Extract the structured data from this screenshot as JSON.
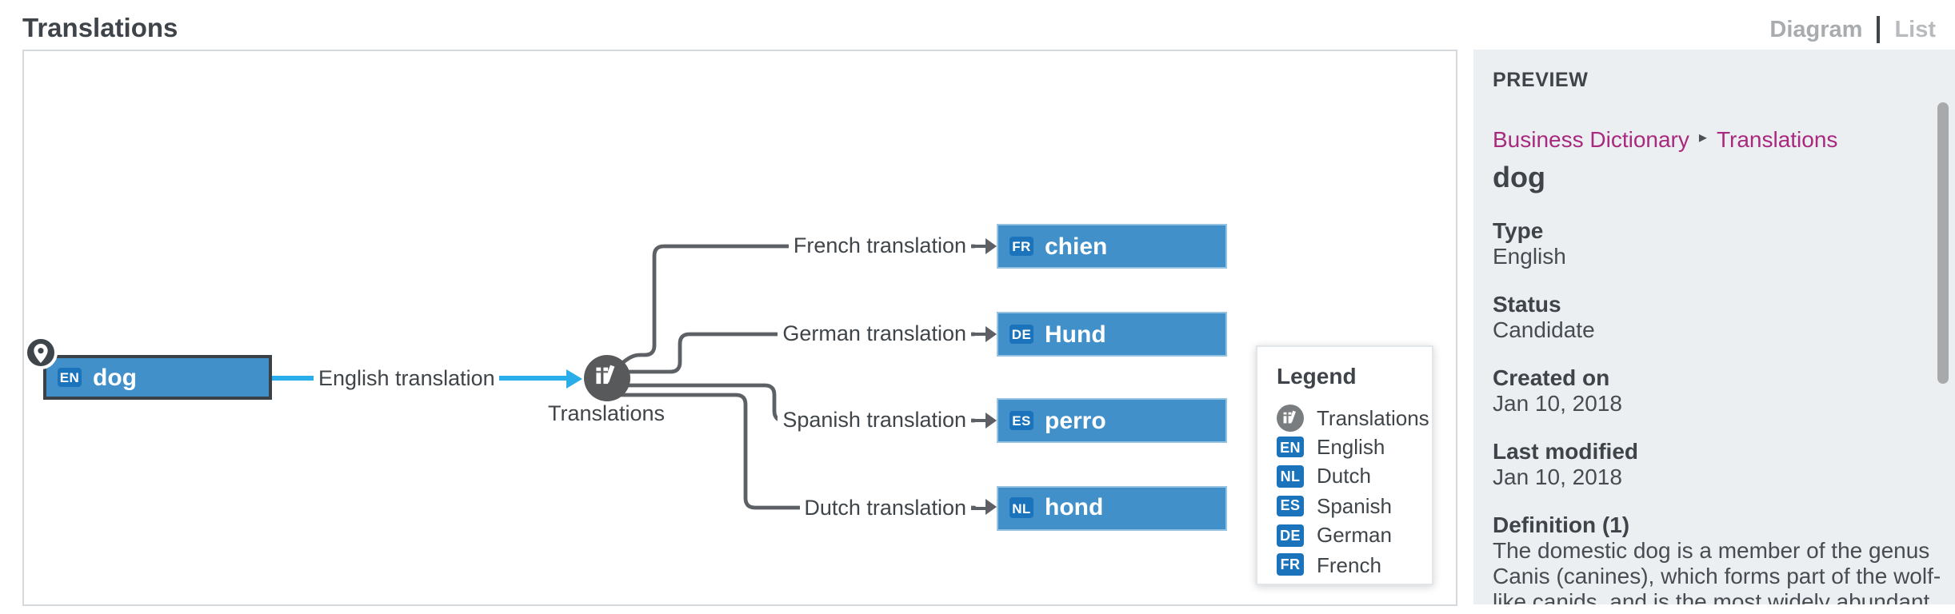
{
  "header": {
    "title": "Translations"
  },
  "view_toggle": {
    "diagram_label": "Diagram",
    "list_label": "List"
  },
  "diagram": {
    "source_node": {
      "badge": "EN",
      "text": "dog",
      "marker_icon": "map-pin-icon"
    },
    "source_edge_label": "English translation",
    "hub_node": {
      "icon": "books-icon",
      "caption": "Translations"
    },
    "translation_rows": [
      {
        "edge_label": "French translation",
        "badge": "FR",
        "text": "chien"
      },
      {
        "edge_label": "German translation",
        "badge": "DE",
        "text": "Hund"
      },
      {
        "edge_label": "Spanish translation",
        "badge": "ES",
        "text": "perro"
      },
      {
        "edge_label": "Dutch translation",
        "badge": "NL",
        "text": "hond"
      }
    ],
    "legend": {
      "title": "Legend",
      "items": [
        {
          "icon": "books-icon",
          "label": "Translations"
        },
        {
          "badge": "EN",
          "label": "English"
        },
        {
          "badge": "NL",
          "label": "Dutch"
        },
        {
          "badge": "ES",
          "label": "Spanish"
        },
        {
          "badge": "DE",
          "label": "German"
        },
        {
          "badge": "FR",
          "label": "French"
        }
      ]
    }
  },
  "preview": {
    "heading": "PREVIEW",
    "breadcrumb": {
      "items": [
        "Business Dictionary",
        "Translations"
      ],
      "separator": "▸"
    },
    "asset_title": "dog",
    "fields": [
      {
        "label": "Type",
        "value": "English"
      },
      {
        "label": "Status",
        "value": "Candidate"
      },
      {
        "label": "Created on",
        "value": "Jan 10, 2018"
      },
      {
        "label": "Last modified",
        "value": "Jan 10, 2018"
      }
    ],
    "definition": {
      "label": "Definition (1)",
      "text": "The domestic dog is a member of the genus Canis (canines), which forms part of the wolf-like canids, and is the most widely abundant terrestrial carnivore."
    }
  },
  "colors": {
    "node_fill": "#4190ca",
    "badge_blue": "#1b74bb",
    "edge_blue": "#2aaeea",
    "edge_gray": "#5d6165",
    "hub_gray": "#57595b",
    "breadcrumb_magenta": "#a8297e",
    "panel_bg": "#eceff1",
    "text_dark": "#3e4449"
  }
}
